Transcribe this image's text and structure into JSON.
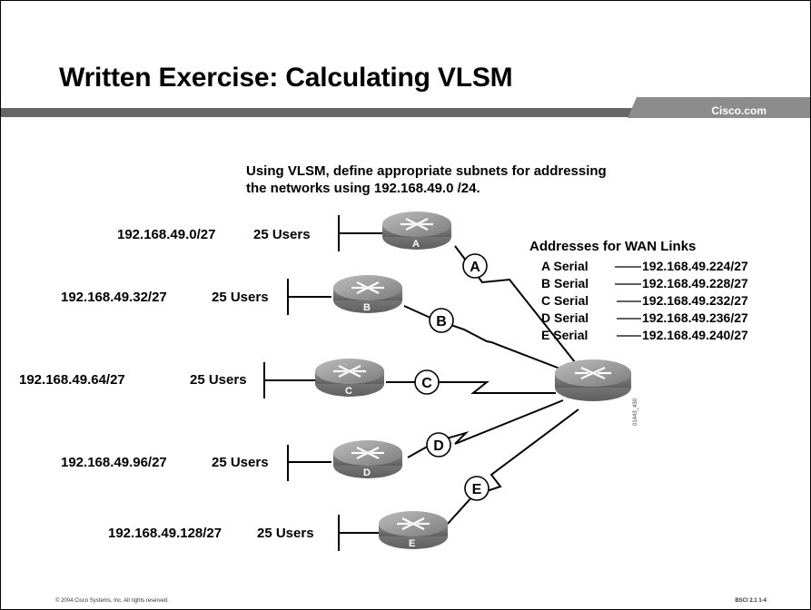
{
  "slide": {
    "title": "Written Exercise: Calculating VLSM",
    "brand": "Cisco.com",
    "footer_left": "© 2004 Cisco Systems, Inc. All rights reserved.",
    "footer_right": "BSCI 2.1   1-4",
    "figure_id": "01443_430"
  },
  "instructions": {
    "line1": "Using VLSM, define appropriate subnets for addressing",
    "line2": "the networks using 192.168.49.0 /24."
  },
  "lans": [
    {
      "subnet": "192.168.49.0/27",
      "users": "25 Users",
      "router": "A"
    },
    {
      "subnet": "192.168.49.32/27",
      "users": "25 Users",
      "router": "B"
    },
    {
      "subnet": "192.168.49.64/27",
      "users": "25 Users",
      "router": "C"
    },
    {
      "subnet": "192.168.49.96/27",
      "users": "25 Users",
      "router": "D"
    },
    {
      "subnet": "192.168.49.128/27",
      "users": "25 Users",
      "router": "E"
    }
  ],
  "wan": {
    "heading": "Addresses for WAN Links",
    "links": [
      {
        "name": "A Serial",
        "address": "192.168.49.224/27"
      },
      {
        "name": "B Serial",
        "address": "192.168.49.228/27"
      },
      {
        "name": "C Serial",
        "address": "192.168.49.232/27"
      },
      {
        "name": "D Serial",
        "address": "192.168.49.236/27"
      },
      {
        "name": "E Serial",
        "address": "192.168.49.240/27"
      }
    ],
    "link_labels": [
      "A",
      "B",
      "C",
      "D",
      "E"
    ]
  },
  "colors": {
    "accent_bar": "#666666",
    "router_body": "#8a8a8a",
    "router_top": "#9c9c9c"
  }
}
